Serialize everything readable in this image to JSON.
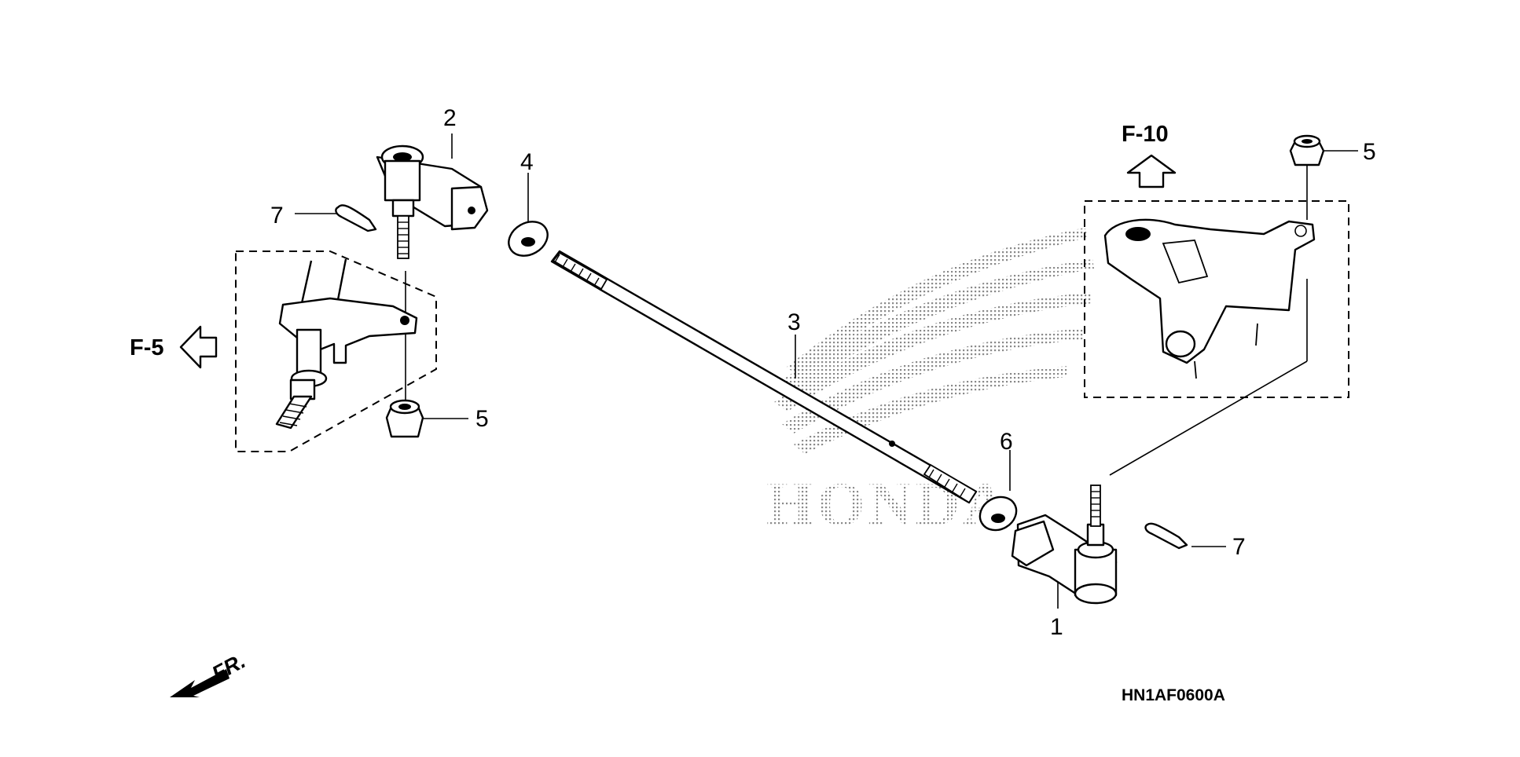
{
  "diagram": {
    "callouts": {
      "p1": "1",
      "p2": "2",
      "p3": "3",
      "p4": "4",
      "p5a": "5",
      "p5b": "5",
      "p6": "6",
      "p7a": "7",
      "p7b": "7"
    },
    "references": {
      "f5": "F-5",
      "f10": "F-10"
    },
    "front_label": "FR.",
    "watermark": "HONDA",
    "diagram_code": "HN1AF0600A"
  }
}
